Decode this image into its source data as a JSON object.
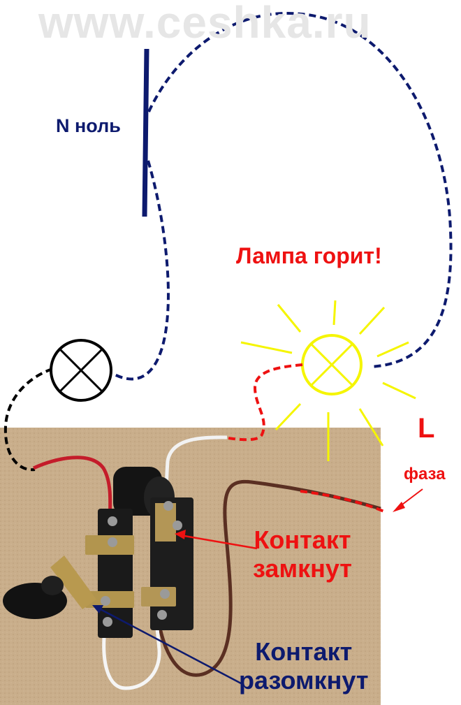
{
  "watermark": "www.ceshka.ru",
  "labels": {
    "neutral": "N ноль",
    "lamp_state": "Лампа горит!",
    "phase_letter": "L",
    "phase_word": "фаза",
    "contact_closed_line1": "Контакт",
    "contact_closed_line2": "замкнут",
    "contact_open_line1": "Контакт",
    "contact_open_line2": "разомкнут"
  },
  "colors": {
    "neutral_wire": "#0d1a6e",
    "phase_wire": "#ee1111",
    "lamp_lit": "#f5f500",
    "lamp_off": "#000000",
    "photo_background": "#c7ad8a"
  },
  "icons": {
    "lamp_off": "lamp-off-icon",
    "lamp_lit": "lamp-lit-icon",
    "switch": "switch-photo-icon"
  }
}
